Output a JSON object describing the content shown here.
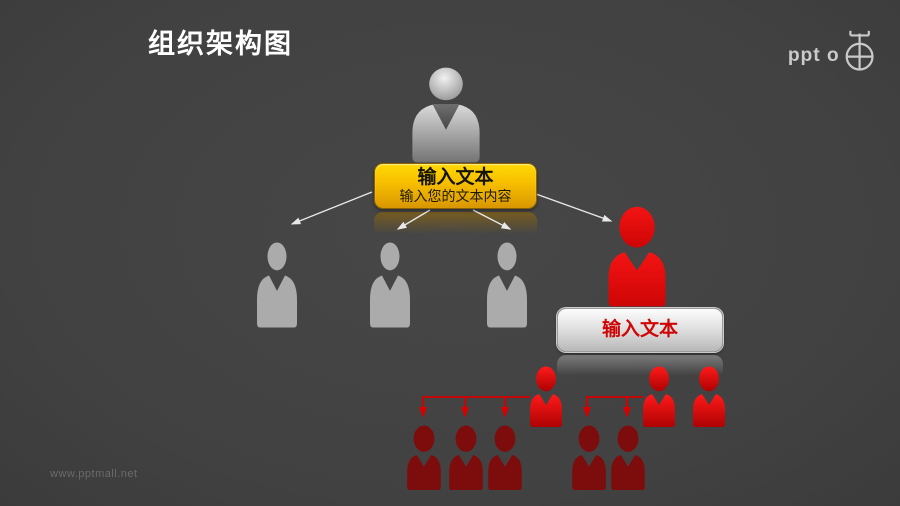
{
  "title": "组织架构图",
  "watermark": "www.pptmall.net",
  "logo": {
    "text": "ppt o"
  },
  "org_chart": {
    "top_label": {
      "title": "输入文本",
      "subtitle": "输入您的文本内容"
    },
    "branch_label": {
      "title": "输入文本"
    },
    "top_manager_count": 1,
    "gray_subordinate_count": 3,
    "red_branch_manager_count": 1,
    "red_team_lead_count": 3,
    "dark_member_groups": [
      3,
      2
    ],
    "dark_member_count": 5
  },
  "colors": {
    "bg": "#424242",
    "title-color": "#ffffff",
    "logo-color": "#c9c9c9",
    "person-gray": "#ababab",
    "person-darkred": "#7d0d0d",
    "banner-text-dark": "#141400",
    "banner-text-red": "#cf0606",
    "connector-red": "#d60000",
    "arrow-white": "#e8e8e8",
    "watermark-color": "#6b6b6b"
  }
}
